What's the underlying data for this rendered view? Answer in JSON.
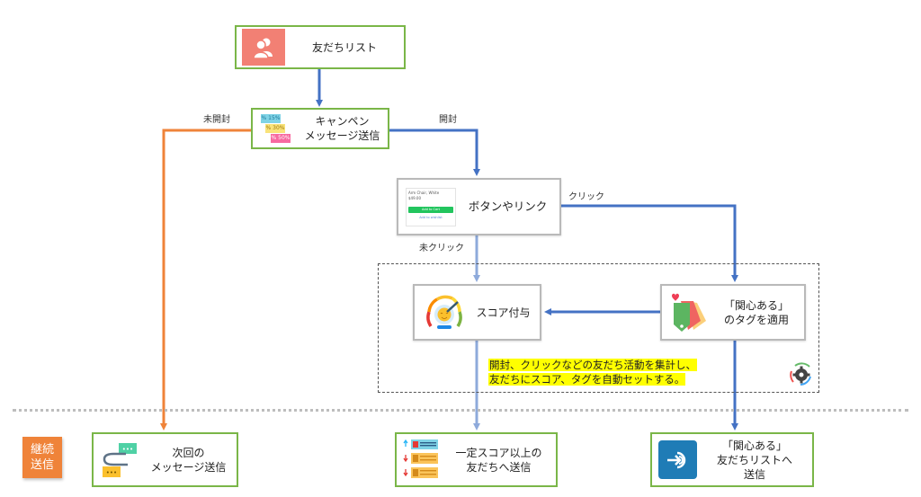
{
  "colors": {
    "flow_blue": "#4472c4",
    "flow_light_blue": "#8eaadb",
    "flow_orange": "#ef8339",
    "node_border_green": "#7ab648",
    "node_border_grey": "#b9b9b9",
    "highlight": "#ffff00",
    "badge_orange": "#ef8339"
  },
  "nodes": {
    "friends_list": {
      "label": "友だちリスト",
      "icon": "people-icon"
    },
    "campaign": {
      "label": "キャンペン\nメッセージ送信",
      "icon": "coupon-tags-icon",
      "coupons": [
        "% 15%",
        "% 30%",
        "% 50%"
      ]
    },
    "button_link": {
      "label": "ボタンやリンク",
      "icon": "product-card-icon",
      "card": {
        "title": "Arm Chair, White",
        "price": "$49.00",
        "button": "Add to Cart",
        "link": "Add to wishlist"
      }
    },
    "score": {
      "label": "スコア付与",
      "icon": "gauge-icon"
    },
    "tag": {
      "label": "「関心ある」\nのタグを適用",
      "icon": "tags-heart-icon"
    },
    "next_message": {
      "label": "次回の\nメッセージ送信",
      "icon": "chat-flow-icon"
    },
    "score_threshold": {
      "label": "一定スコア以上の\n友だちへ送信",
      "icon": "ranked-list-icon"
    },
    "interest_list": {
      "label": "「関心ある」\n友だちリストへ\n送信",
      "icon": "send-to-list-icon"
    }
  },
  "edges": {
    "unopened": "未開封",
    "opened": "開封",
    "click": "クリック",
    "no_click": "未クリック"
  },
  "note": {
    "line1": "開封、クリックなどの友だち活動を集計し、",
    "line2": "友だちにスコア、タグを自動セットする。"
  },
  "badge": {
    "label": "継続\n送信"
  }
}
